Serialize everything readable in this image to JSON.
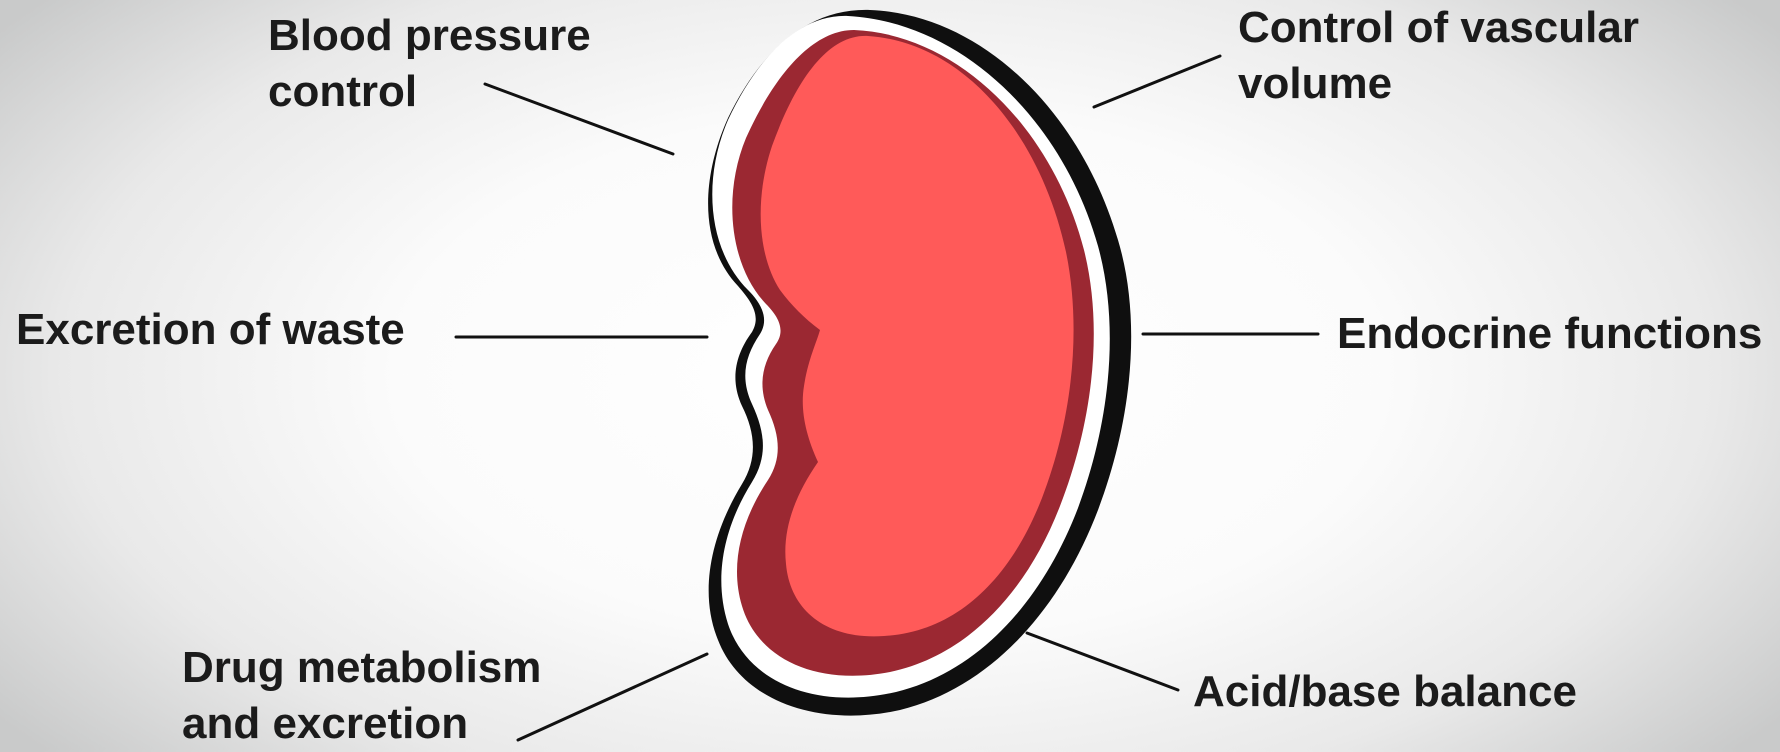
{
  "diagram": {
    "image_name": "kidney-icon",
    "colors": {
      "outline": "#0f0f0f",
      "kidney_dark": "#9b2832",
      "kidney_light": "#ff5a59"
    },
    "labels": {
      "blood_pressure": {
        "line1": "Blood pressure",
        "line2": "control"
      },
      "vascular_volume": {
        "line1": "Control of vascular",
        "line2": "volume"
      },
      "excretion_waste": "Excretion of waste",
      "endocrine": "Endocrine functions",
      "drug_metabolism": {
        "line1": "Drug metabolism",
        "line2": "and excretion"
      },
      "acid_base": "Acid/base balance"
    }
  }
}
